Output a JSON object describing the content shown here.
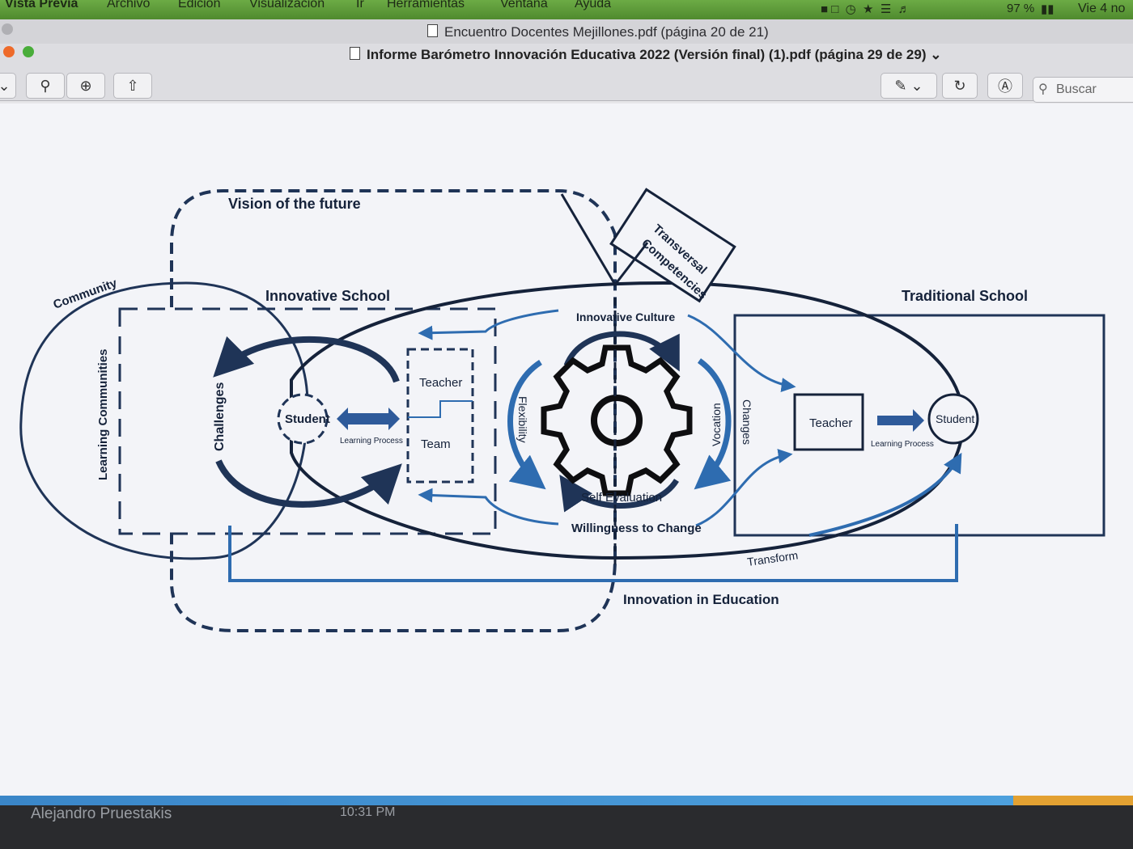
{
  "menubar": {
    "items": [
      "Vista Previa",
      "Archivo",
      "Edición",
      "Visualización",
      "Ir",
      "Herramientas",
      "Ventana",
      "Ayuda"
    ],
    "battery": "97 %",
    "clock": "Vie 4 no"
  },
  "window": {
    "tab_title": "Encuentro Docentes Mejillones.pdf (página 20 de 21)",
    "doc_title": "Informe Barómetro Innovación Educativa 2022 (Versión final) (1).pdf (página 29 de 29)",
    "search_placeholder": "Buscar"
  },
  "diagram": {
    "vision": "Vision of the future",
    "transversal_1": "Transversal",
    "transversal_2": "Competencies",
    "community": "Community",
    "innovative_school": "Innovative School",
    "traditional_school": "Traditional School",
    "learning_communities": "Learning Communities",
    "challenges": "Challenges",
    "student_left": "Student",
    "learning_process_left": "Learning Process",
    "teacher_left": "Teacher",
    "team": "Team",
    "innovative_culture": "Innovative Culture",
    "flexibility": "Flexibility",
    "vocation": "Vocation",
    "changes": "Changes",
    "self_evaluation": "Self Evaluation",
    "willingness": "Willingness to Change",
    "teacher_right": "Teacher",
    "learning_process_right": "Learning Process",
    "student_right": "Student",
    "transform": "Transform",
    "innovation": "Innovation in Education"
  },
  "dock": {
    "name": "Alejandro Pruestakis",
    "time": "10:31 PM"
  },
  "colors": {
    "navy": "#1f3457",
    "blue": "#2e6cb0",
    "dark": "#15223a"
  }
}
